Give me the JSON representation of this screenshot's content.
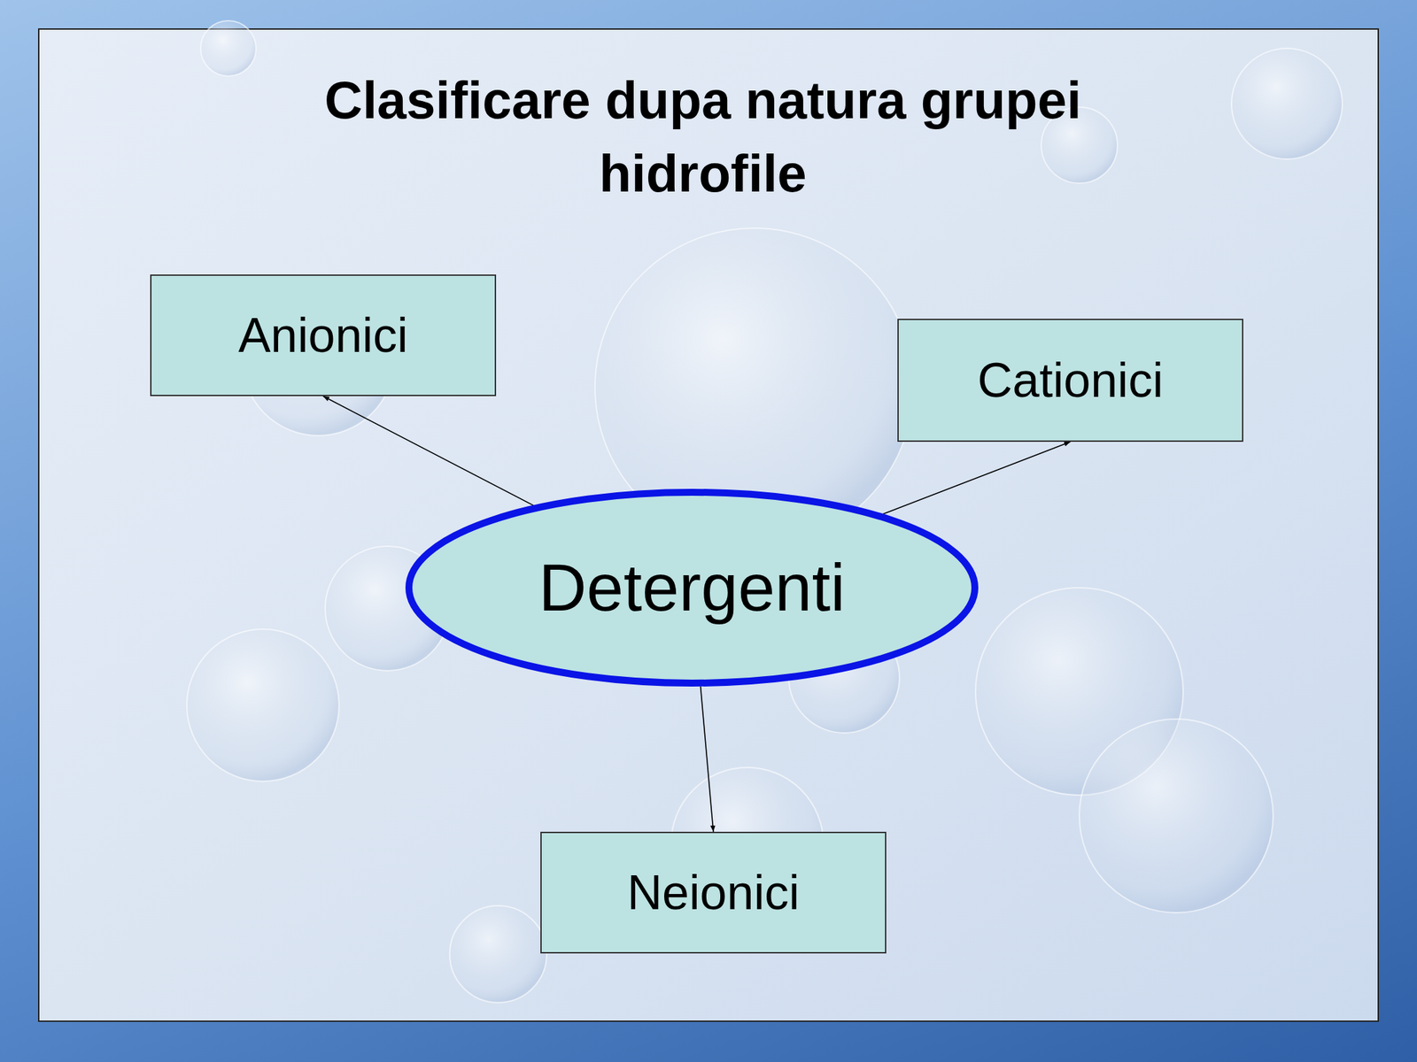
{
  "diagram": {
    "title": "Clasificare dupa natura grupei hidrofile",
    "nodes": [
      {
        "text": [
          "Anionici"
        ]
      },
      {
        "text": [
          "Cationici"
        ]
      },
      {
        "text": [
          "Detergenti"
        ]
      },
      {
        "text": [
          "Neionici"
        ]
      }
    ],
    "edges": [
      {
        "from": 2,
        "to": 0,
        "arrow": "to"
      },
      {
        "from": 2,
        "to": 1,
        "arrow": "to"
      },
      {
        "from": 2,
        "to": 3,
        "arrow": "to"
      }
    ]
  }
}
